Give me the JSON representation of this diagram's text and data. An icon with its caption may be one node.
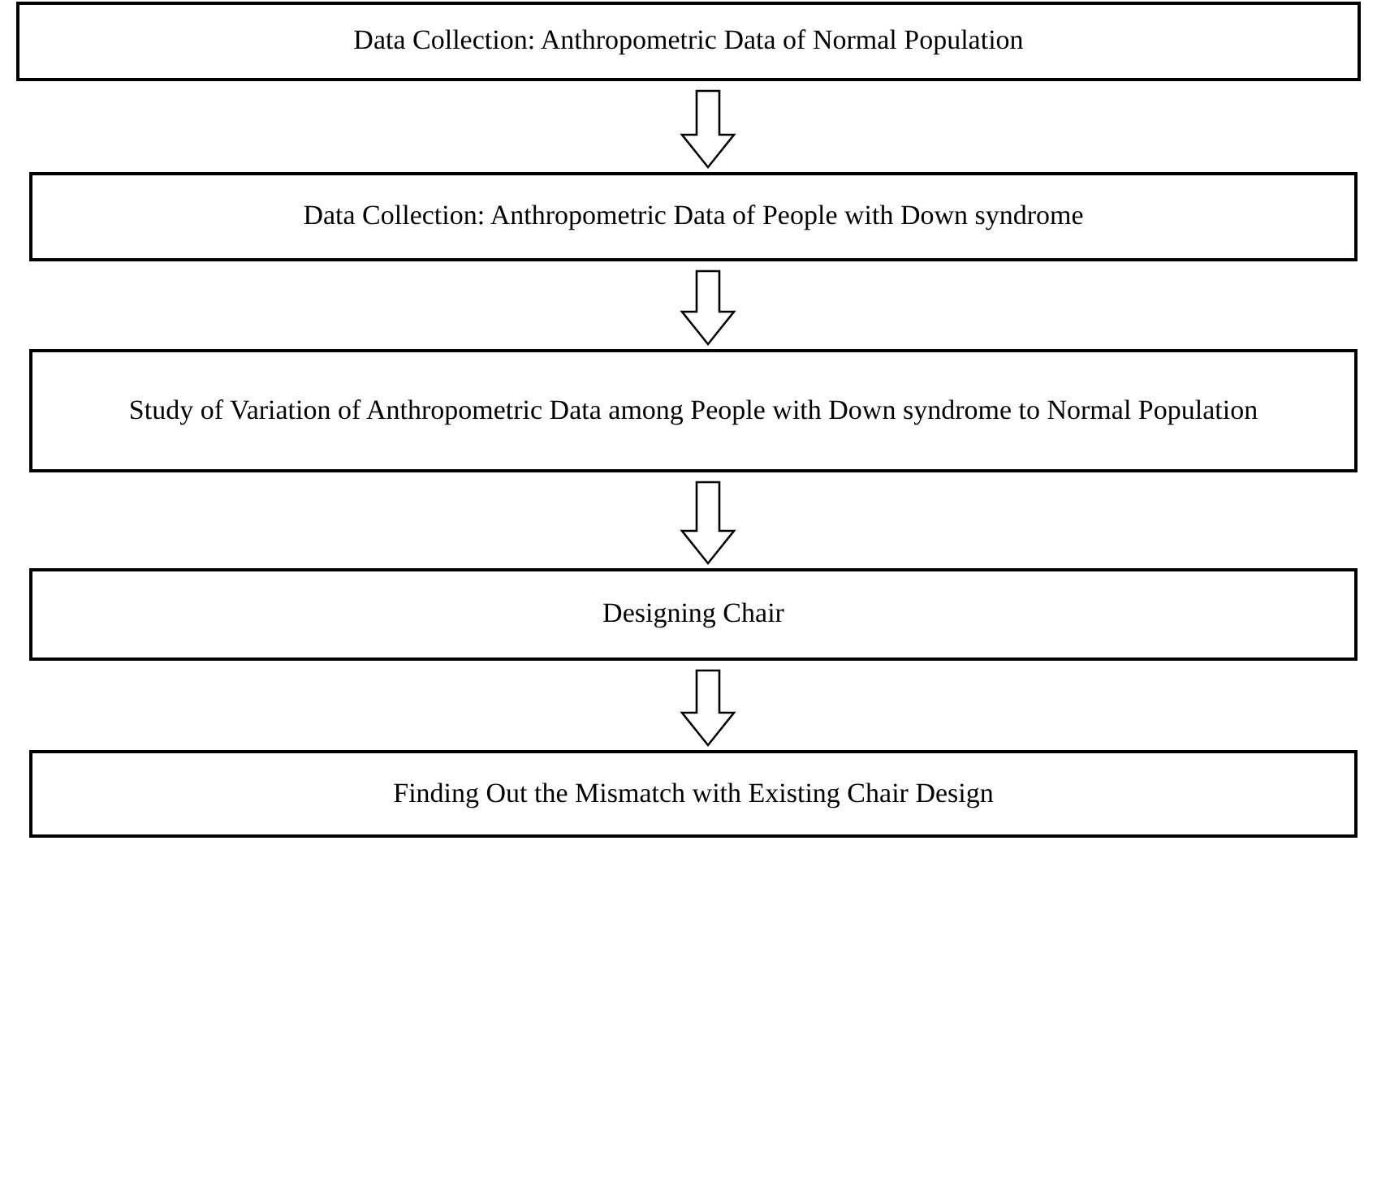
{
  "diagram": {
    "nodes": [
      {
        "text": [
          "Data Collection: Anthropometric Data of Normal Population"
        ]
      },
      {
        "text": [
          "Data Collection: Anthropometric Data of People with Down syndrome"
        ]
      },
      {
        "text": [
          "Study of Variation of Anthropometric Data among People with Down syndrome to Normal Population"
        ]
      },
      {
        "text": [
          "Designing Chair"
        ]
      },
      {
        "text": [
          "Finding Out the Mismatch with Existing Chair Design"
        ]
      }
    ],
    "edges": [
      {
        "from": 0,
        "to": 1,
        "arrow": "to"
      },
      {
        "from": 1,
        "to": 2,
        "arrow": "to"
      },
      {
        "from": 2,
        "to": 3,
        "arrow": "to"
      },
      {
        "from": 3,
        "to": 4,
        "arrow": "to"
      }
    ]
  }
}
